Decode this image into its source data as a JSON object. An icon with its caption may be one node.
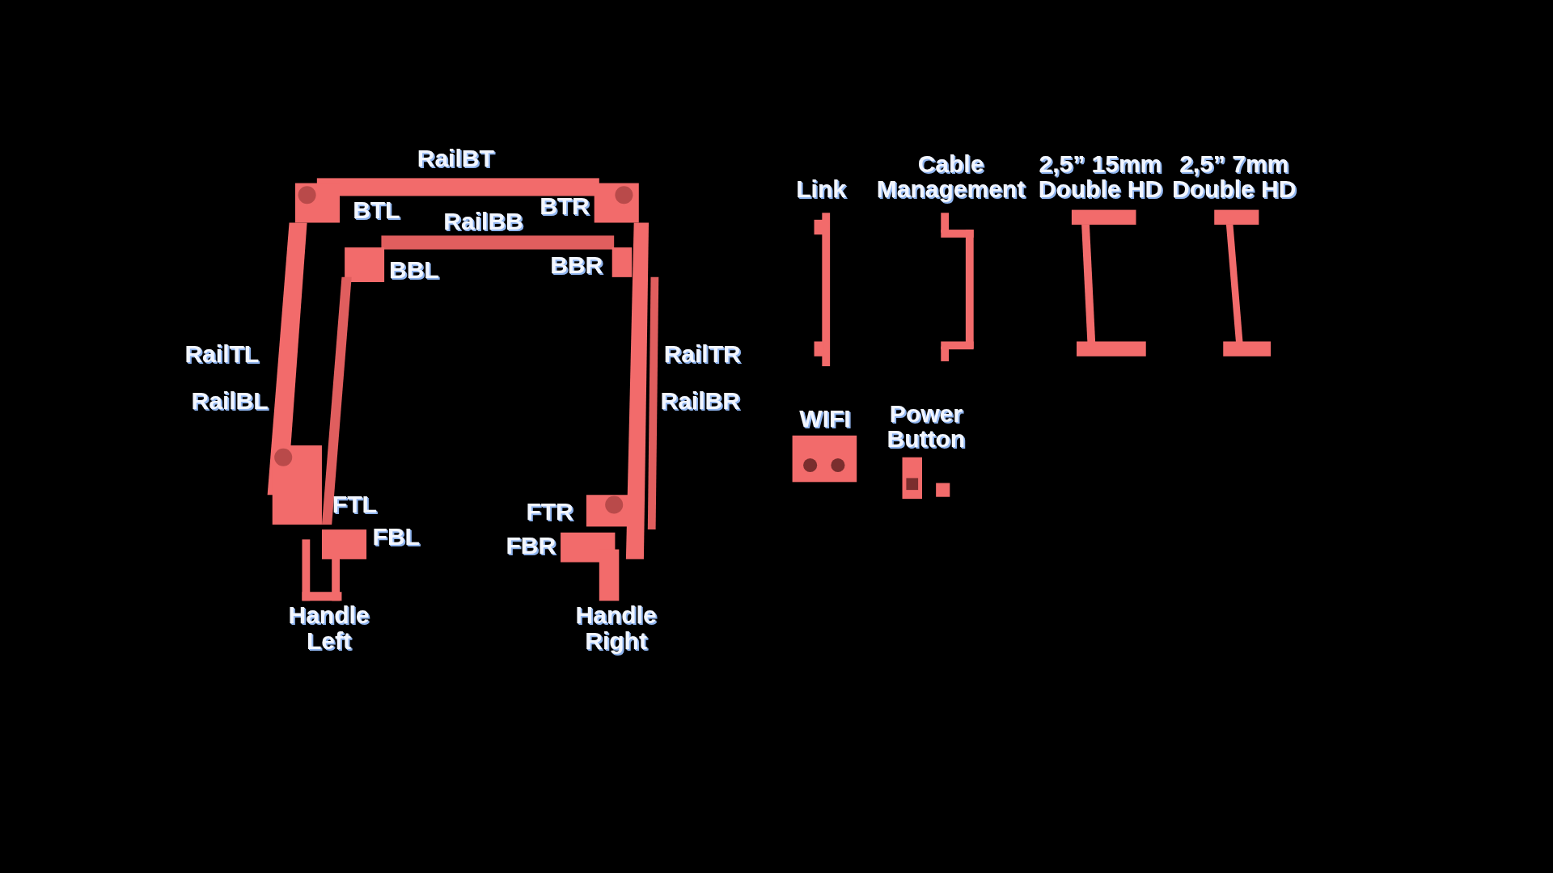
{
  "diagram": {
    "labels": [
      "RailBT",
      "BTL",
      "BTR",
      "RailBB",
      "BBL",
      "BBR",
      "RailTL",
      "RailTR",
      "RailBL",
      "RailBR",
      "Link",
      "Cable Management",
      "2,5” 15mm Double HD",
      "2,5” 7mm Double HD",
      "WIFI",
      "Power Button",
      "FTL",
      "FTR",
      "FBL",
      "FBR",
      "Handle Left",
      "Handle Right"
    ]
  }
}
